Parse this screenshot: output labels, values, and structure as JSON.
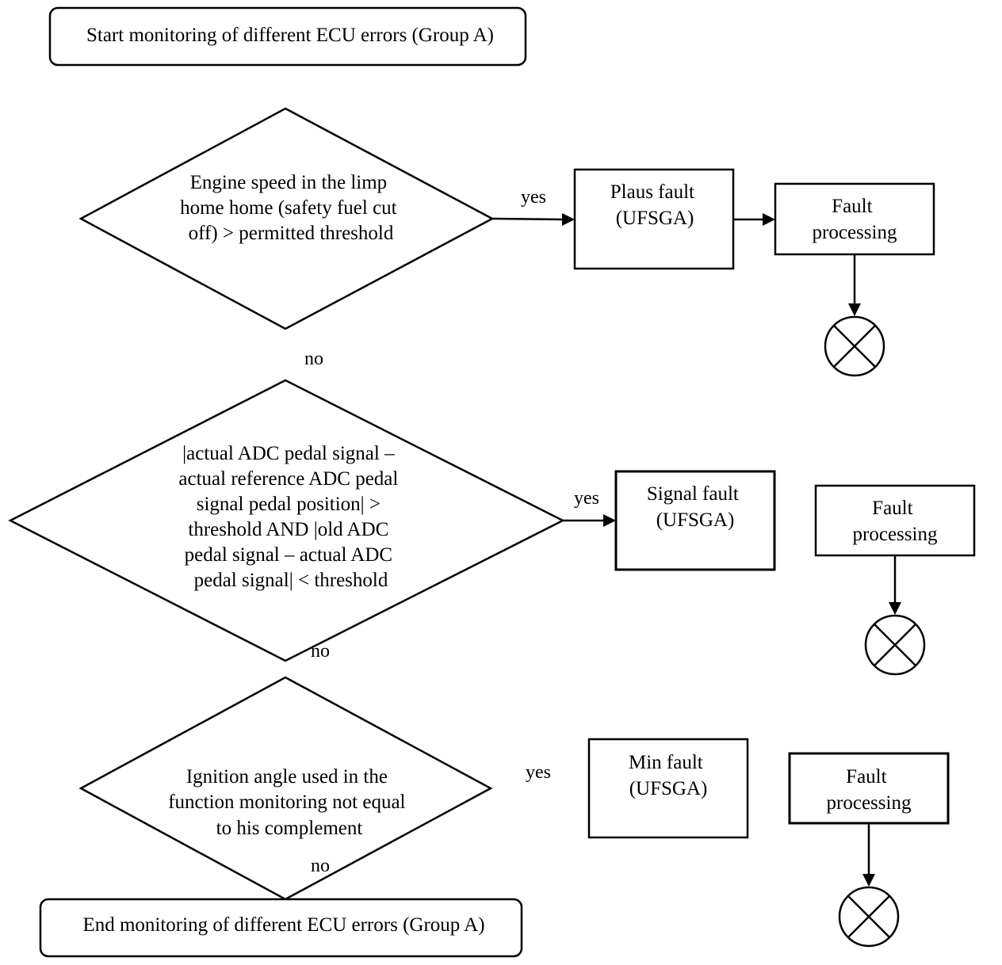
{
  "start": "Start monitoring of different ECU errors (Group A)",
  "end": "End monitoring of different ECU errors (Group A)",
  "decisions": [
    {
      "lines": [
        "Engine speed in the limp",
        "home home (safety fuel cut",
        "off) > permitted threshold"
      ],
      "yes": "yes",
      "no": "no"
    },
    {
      "lines": [
        "|actual ADC pedal signal –",
        "actual reference ADC pedal",
        "signal pedal position| >",
        "threshold AND |old ADC",
        "pedal signal – actual ADC",
        "pedal signal| < threshold"
      ],
      "yes": "yes",
      "no": "no"
    },
    {
      "lines": [
        "Ignition angle used in the",
        "function monitoring not equal",
        "to his complement"
      ],
      "yes": "yes",
      "no": "no"
    }
  ],
  "faults": [
    [
      "Plaus fault",
      "(UFSGA)"
    ],
    [
      "Signal fault",
      "(UFSGA)"
    ],
    [
      "Min fault",
      "(UFSGA)"
    ]
  ],
  "processing": [
    [
      "Fault",
      "processing"
    ],
    [
      "Fault",
      "processing"
    ],
    [
      "Fault",
      "processing"
    ]
  ],
  "terminator_icon": "circle-x-icon"
}
